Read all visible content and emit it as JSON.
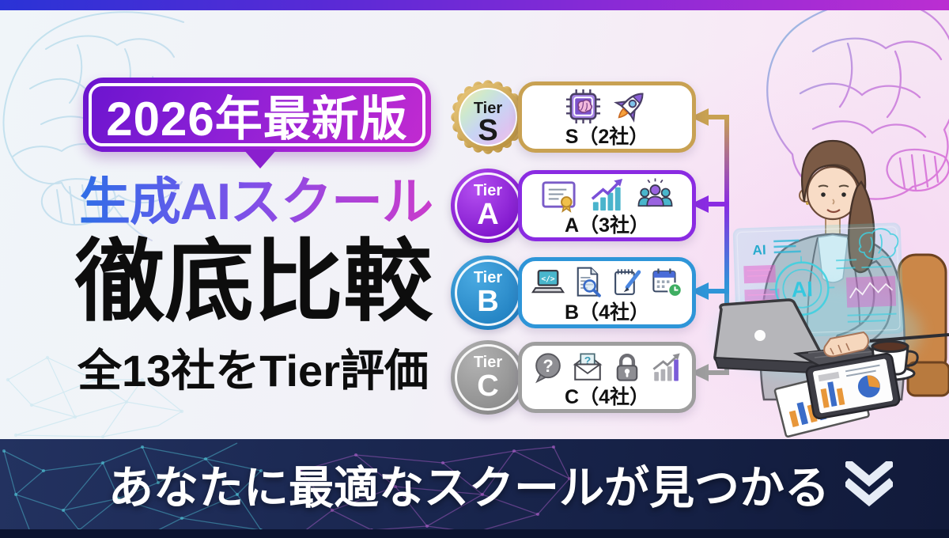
{
  "header": {
    "year_badge": "2026年最新版",
    "title_line1": "生成AIスクール",
    "title_line2": "徹底比較",
    "title_line3": "全13社をTier評価"
  },
  "tiers": [
    {
      "tier_word": "Tier",
      "letter": "S",
      "label": "S（2社）",
      "badge_style": "gold",
      "color": "#c8a152",
      "badge_light": "#f0d88a",
      "badge_dark": "#c39a45",
      "icons": [
        "chip-brain",
        "rocket"
      ]
    },
    {
      "tier_word": "Tier",
      "letter": "A",
      "label": "A（3社）",
      "badge_style": "purple",
      "color": "#8a2be2",
      "badge_light": "#b44ff0",
      "badge_dark": "#7a10c8",
      "icons": [
        "certificate",
        "growth-chart",
        "team"
      ]
    },
    {
      "tier_word": "Tier",
      "letter": "B",
      "label": "B（4社）",
      "badge_style": "blue",
      "color": "#2e95d8",
      "badge_light": "#4aaae2",
      "badge_dark": "#1f7fc0",
      "icons": [
        "laptop-code",
        "document-search",
        "notepad-pen",
        "calendar-clock"
      ]
    },
    {
      "tier_word": "Tier",
      "letter": "C",
      "label": "C（4社）",
      "badge_style": "gray",
      "color": "#9e9e9e",
      "badge_light": "#b2b2b2",
      "badge_dark": "#8a8a8a",
      "icons": [
        "question-bubble",
        "mail-question",
        "lock",
        "bar-chart"
      ]
    }
  ],
  "banner": {
    "text": "あなたに最適なスクールが見つかる",
    "background": "#1b2850",
    "chevron_icon": "double-chevron-down"
  },
  "illustration": {
    "hologram_label": "AI",
    "hologram_label_small": "AI"
  },
  "icon_glyphs": {
    "code": "</>",
    "question": "?"
  },
  "colors": {
    "topbar_gradient": [
      "#2a33d6",
      "#8a2ad6",
      "#bb2ed2"
    ],
    "title_gradient": [
      "#2e6ee6",
      "#7e50e8",
      "#c93ccc"
    ],
    "badge_gradient": [
      "#6a14ce",
      "#c42bd0"
    ],
    "tier_s": "#c8a152",
    "tier_a": "#8a2be2",
    "tier_b": "#2e95d8",
    "tier_c": "#9e9e9e",
    "banner_bg": "#1b2850"
  }
}
